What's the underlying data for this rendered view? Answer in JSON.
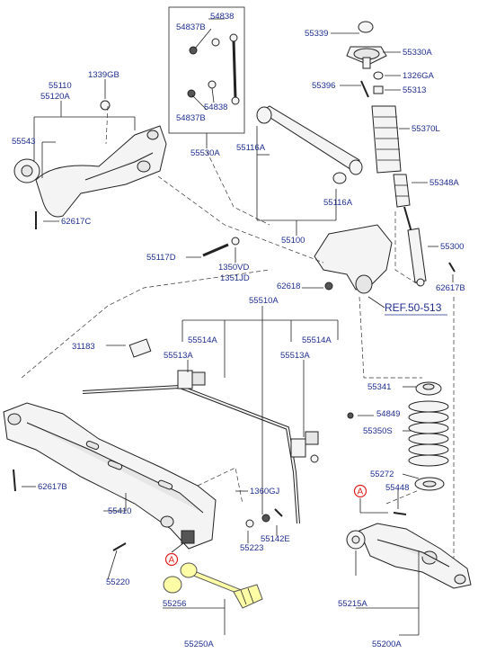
{
  "labels": {
    "p54838a": "54838",
    "p54837ba": "54837B",
    "p54838b": "54838",
    "p54837bb": "54837B",
    "p55530a": "55530A",
    "p55339": "55339",
    "p55330a": "55330A",
    "p1326ga": "1326GA",
    "p55396": "55396",
    "p55313": "55313",
    "p55370l": "55370L",
    "p55348a": "55348A",
    "p55300": "55300",
    "p62617b_r": "62617B",
    "p55110": "55110",
    "p55120a": "55120A",
    "p1339gb": "1339GB",
    "p55543": "55543",
    "p62617c": "62617C",
    "p55116a_l": "55116A",
    "p55116a_r": "55116A",
    "p55100": "55100",
    "p55117d": "55117D",
    "p1350vd": "1350VD",
    "p1351jd": "1351JD",
    "p62618": "62618",
    "p55510a": "55510A",
    "p31183": "31183",
    "p55514a_l": "55514A",
    "p55513a_l": "55513A",
    "p55514a_r": "55514A",
    "p55513a_r": "55513A",
    "p55341": "55341",
    "p54849": "54849",
    "p55350s": "55350S",
    "p62617b_l": "62617B",
    "p55272": "55272",
    "p55448": "55448",
    "p55410": "55410",
    "p1360gj": "1360GJ",
    "p55223": "55223",
    "p55142e": "55142E",
    "p55220": "55220",
    "p55256": "55256",
    "p55250a": "55250A",
    "p55215a": "55215A",
    "p55200a": "55200A"
  },
  "reference": "REF.50-513",
  "callout_letter": "A",
  "colors": {
    "label": "#1f2f8f",
    "callout": "#e02020",
    "highlight": "#fdfda6",
    "lines": "#222222"
  }
}
